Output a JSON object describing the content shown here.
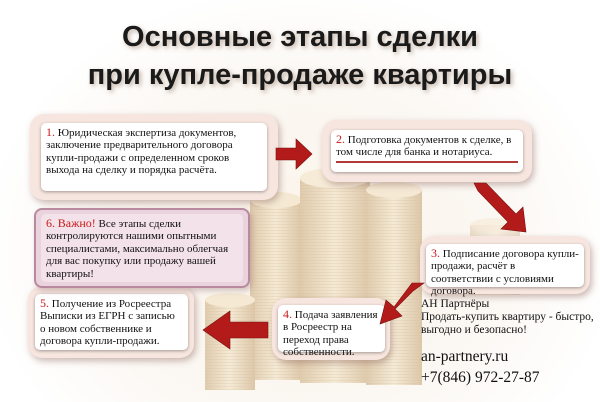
{
  "title_line1": "Основные этапы сделки",
  "title_line2": "при купле-продаже квартиры",
  "steps": [
    {
      "num": "1.",
      "text": "Юридическая экспертиза документов, заключение предварительного договора купли-продажи с определенном сроков выхода на сделку и порядка расчёта."
    },
    {
      "num": "2.",
      "text": "Подготовка документов к сделке, в том числе для банка и нотариуса."
    },
    {
      "num": "3.",
      "text": "Подписание договора купли-продажи, расчёт в соответствии с условиями договора."
    },
    {
      "num": "4.",
      "text": "Подача заявления в Росреестр на переход права собственности."
    },
    {
      "num": "5.",
      "text": "Получение из Росреестра Выписки из ЕГРН с записью о новом собственнике и договора купли-продажи."
    }
  ],
  "important": {
    "num": "6.",
    "label": "Важно!",
    "text": "Все этапы сделки контролируются нашими опытными специалистами, максимально облегчая для вас покупку или продажу вашей квартиры!"
  },
  "agency": {
    "name": "АН Партнёры",
    "slogan": "Продать-купить квартиру - быстро, выгодно и безопасно!",
    "website": "an-partnery.ru",
    "phone": "+7(846) 972-27-87"
  },
  "colors": {
    "arrow": "#b31b1b",
    "box_bg": "#f7e6df",
    "important_bg": "#ead3dc",
    "number": "#c81a1a"
  },
  "background": {
    "image": "stacks of gold coins"
  }
}
